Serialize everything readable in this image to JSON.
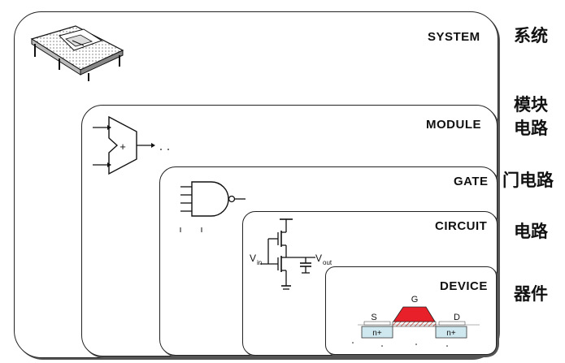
{
  "levels": {
    "system": {
      "label": "SYSTEM",
      "cn": "系统"
    },
    "module": {
      "label": "MODULE",
      "cn_line1": "模块",
      "cn_line2": "电路"
    },
    "gate": {
      "label": "GATE",
      "cn": "门电路"
    },
    "circuit": {
      "label": "CIRCUIT",
      "cn": "电路"
    },
    "device": {
      "label": "DEVICE",
      "cn": "器件"
    }
  },
  "module_symbol": {
    "op": "+"
  },
  "circuit_labels": {
    "vin": "V",
    "vin_sub": "in",
    "vout": "V",
    "vout_sub": "out"
  },
  "device_labels": {
    "gate": "G",
    "source": "S",
    "drain": "D",
    "n_left": "n+",
    "n_right": "n+"
  },
  "colors": {
    "gate_fill": "#e8202a",
    "ndiff_fill": "#cfe8ef",
    "oxide_hatch": "#c0392b"
  }
}
